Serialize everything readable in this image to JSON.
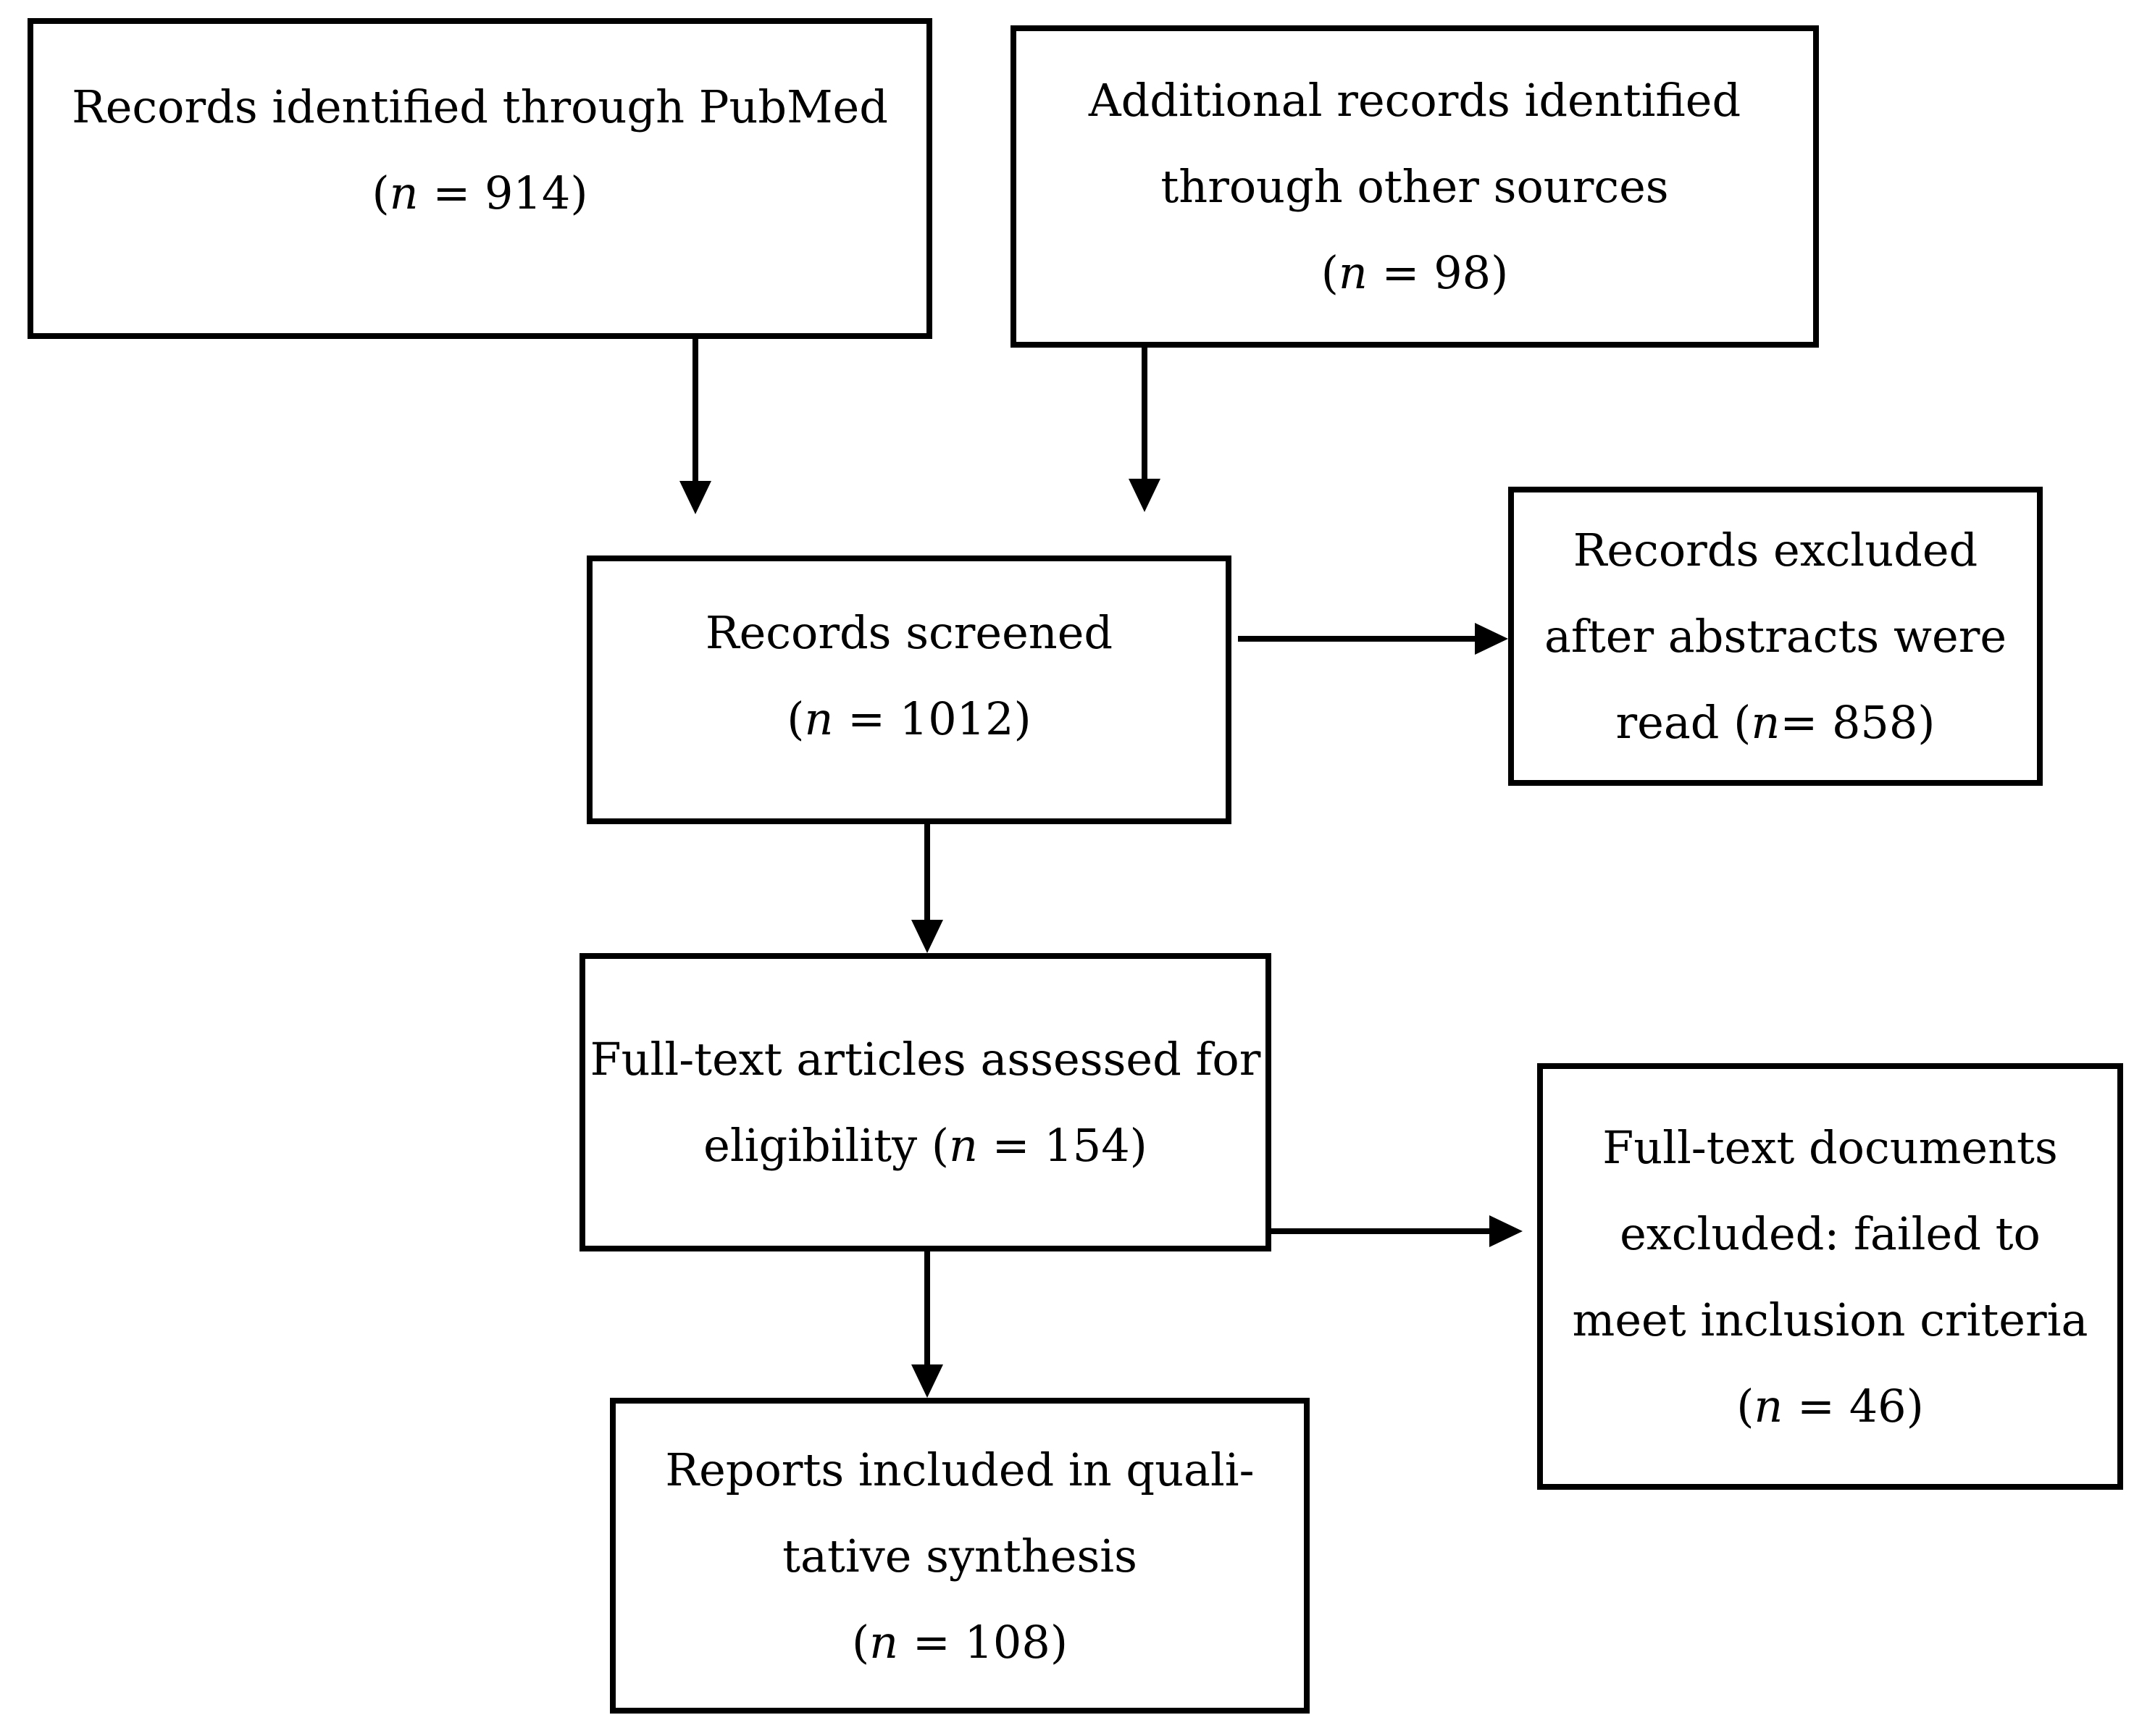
{
  "diagram": {
    "background_color": "#ffffff",
    "line_color": "#000000",
    "boxes": {
      "identified_pubmed": {
        "n": 914,
        "line1": "Records identified through PubMed",
        "count_open": "(",
        "count_var": "n",
        "count_rest": " = 914)"
      },
      "additional_sources": {
        "n": 98,
        "line1": "Additional records identified",
        "line2": "through other sources",
        "count_open": "(",
        "count_var": "n",
        "count_rest": " = 98)"
      },
      "records_screened": {
        "n": 1012,
        "line1": "Records screened",
        "count_open": "(",
        "count_var": "n",
        "count_rest": " = 1012)"
      },
      "records_excluded": {
        "n": 858,
        "line1": "Records excluded",
        "line2": "after abstracts were",
        "line3_prefix": "read (",
        "line3_var": "n",
        "line3_rest": "= 858)"
      },
      "fulltext_assessed": {
        "n": 154,
        "line1": "Full-text articles assessed for",
        "line2_prefix": "eligibility (",
        "line2_var": "n",
        "line2_rest": " = 154)"
      },
      "fulltext_excluded": {
        "n": 46,
        "line1": "Full-text documents",
        "line2": "excluded: failed to",
        "line3": "meet inclusion criteria",
        "count_open": "(",
        "count_var": "n",
        "count_rest": " = 46)"
      },
      "qualitative_synthesis": {
        "n": 108,
        "line1": "Reports included in quali-",
        "line2": "tative synthesis",
        "count_open": "(",
        "count_var": "n",
        "count_rest": " = 108)"
      }
    },
    "flows": [
      {
        "from": "identified_pubmed",
        "to": "records_screened"
      },
      {
        "from": "additional_sources",
        "to": "records_screened"
      },
      {
        "from": "records_screened",
        "to": "records_excluded"
      },
      {
        "from": "records_screened",
        "to": "fulltext_assessed"
      },
      {
        "from": "fulltext_assessed",
        "to": "fulltext_excluded"
      },
      {
        "from": "fulltext_assessed",
        "to": "qualitative_synthesis"
      }
    ]
  }
}
